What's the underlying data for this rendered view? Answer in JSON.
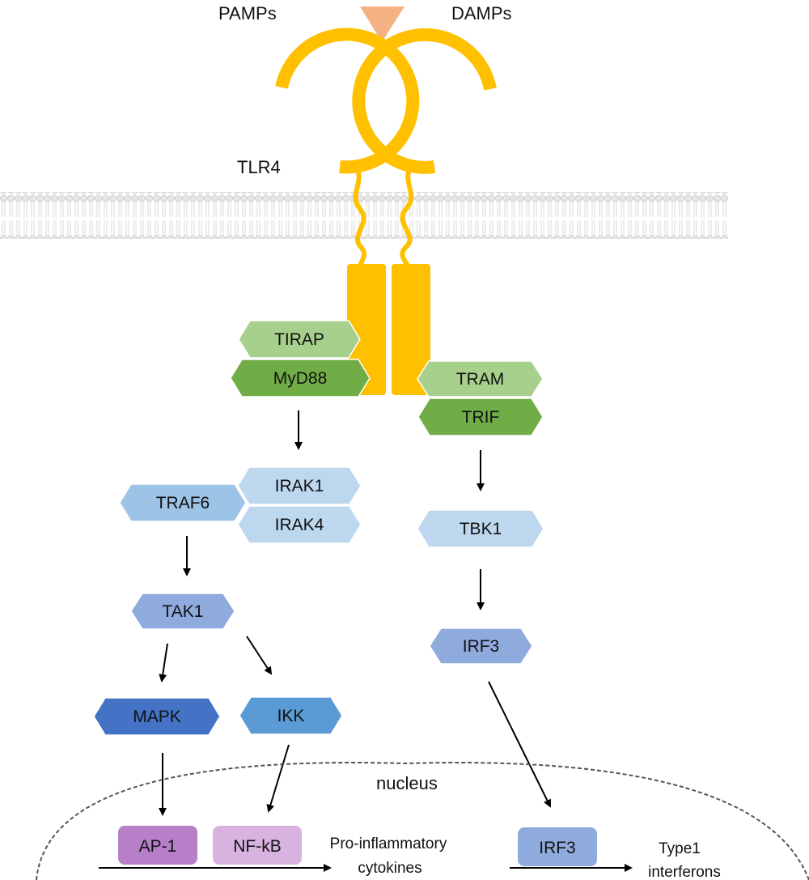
{
  "labels": {
    "pamps": "PAMPs",
    "damps": "DAMPs",
    "receptor": "TLR4",
    "nucleus": "nucleus",
    "output_left_line1": "Pro-inflammatory",
    "output_left_line2": "cytokines",
    "output_right_line1": "Type1",
    "output_right_line2": "interferons"
  },
  "nodes": {
    "tirap": {
      "label": "TIRAP",
      "color": "#a8d08d"
    },
    "myd88": {
      "label": "MyD88",
      "color": "#70ad47"
    },
    "tram": {
      "label": "TRAM",
      "color": "#a8d08d"
    },
    "trif": {
      "label": "TRIF",
      "color": "#70ad47"
    },
    "irak1": {
      "label": "IRAK1",
      "color": "#bdd7ee"
    },
    "irak4": {
      "label": "IRAK4",
      "color": "#bdd7ee"
    },
    "traf6": {
      "label": "TRAF6",
      "color": "#9dc3e6"
    },
    "tak1": {
      "label": "TAK1",
      "color": "#8faadc"
    },
    "mapk": {
      "label": "MAPK",
      "color": "#4472c4"
    },
    "ikk": {
      "label": "IKK",
      "color": "#5b9bd5"
    },
    "tbk1": {
      "label": "TBK1",
      "color": "#bdd7ee"
    },
    "irf3": {
      "label": "IRF3",
      "color": "#8faadc"
    },
    "ap1": {
      "label": "AP-1",
      "color": "#b67fc8"
    },
    "nfkb": {
      "label": "NF-kB",
      "color": "#d9b3e0"
    },
    "irf3_nuclear": {
      "label": "IRF3",
      "color": "#8faadc"
    }
  },
  "colors": {
    "receptor": "#ffc000",
    "ligand": "#f4b183",
    "membrane": "#d9d9d9",
    "arrow": "#000000",
    "nucleus_border": "#555555"
  }
}
